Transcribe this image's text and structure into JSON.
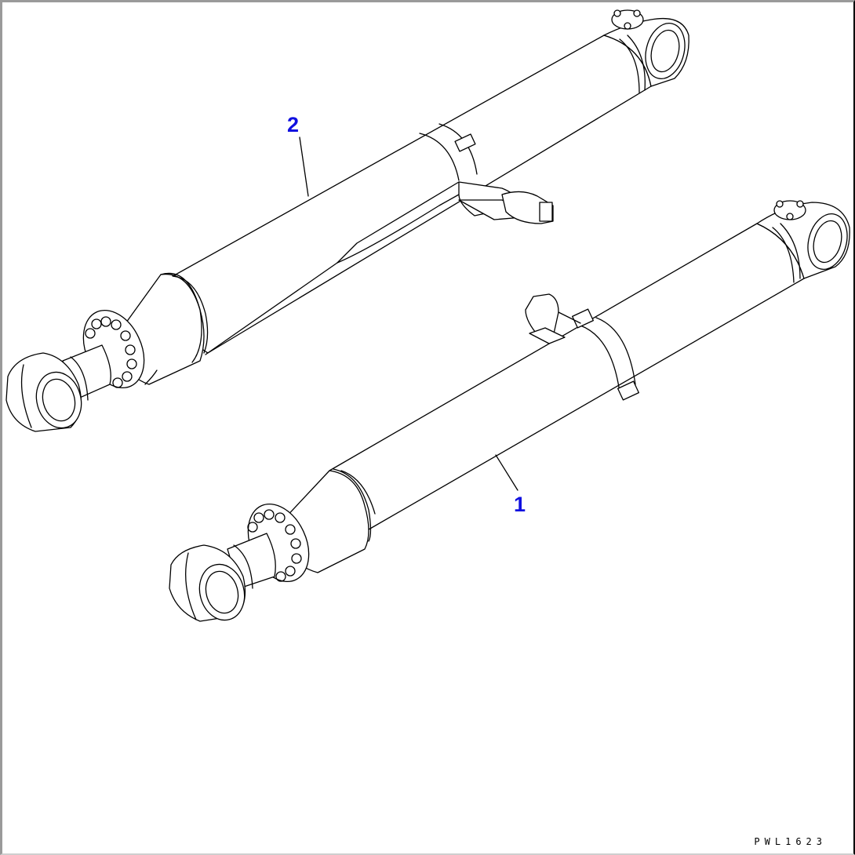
{
  "diagram": {
    "title": "Hydraulic cylinders parts illustration",
    "drawing_code": "PWL1623",
    "callout_color": "#1010e0",
    "line_color": "#000000",
    "callouts": [
      {
        "number": "1",
        "target": "lower-cylinder"
      },
      {
        "number": "2",
        "target": "upper-cylinder"
      }
    ],
    "parts": [
      {
        "id": "1",
        "name": "lower-cylinder",
        "features": [
          "rod-end-eye",
          "head-flange-bolts",
          "cylinder-tube",
          "pipe-clamp",
          "pipe-bracket",
          "bottom-end-eye",
          "grease-fitting"
        ]
      },
      {
        "id": "2",
        "name": "upper-cylinder",
        "features": [
          "rod-end-eye",
          "head-flange-bolts",
          "cylinder-tube",
          "pipe-clamp",
          "pipe-bracket",
          "bottom-end-eye",
          "grease-fitting"
        ]
      }
    ]
  }
}
